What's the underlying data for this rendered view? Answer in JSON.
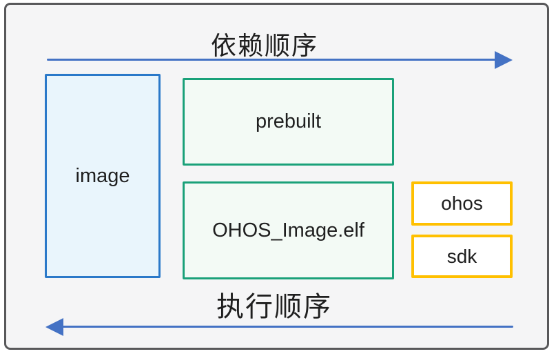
{
  "diagram": {
    "top_flow": {
      "label": "依赖顺序",
      "direction": "right",
      "icon": "arrow-right-icon"
    },
    "bottom_flow": {
      "label": "执行顺序",
      "direction": "left",
      "icon": "arrow-left-icon"
    },
    "boxes": {
      "image": {
        "label": "image"
      },
      "prebuilt": {
        "label": "prebuilt"
      },
      "ohos_image_elf": {
        "label": "OHOS_Image.elf"
      },
      "ohos": {
        "label": "ohos"
      },
      "sdk": {
        "label": "sdk"
      }
    },
    "colors": {
      "arrow": "#4472c4",
      "blue_border": "#2b79c9",
      "blue_fill": "#e9f5fc",
      "green_border": "#1aa179",
      "green_fill": "#f3faf5",
      "orange_border": "#ffc000",
      "white_fill": "#ffffff",
      "frame_border": "#58585a",
      "frame_background": "#f5f5f6",
      "text": "#1f1f1f"
    }
  }
}
